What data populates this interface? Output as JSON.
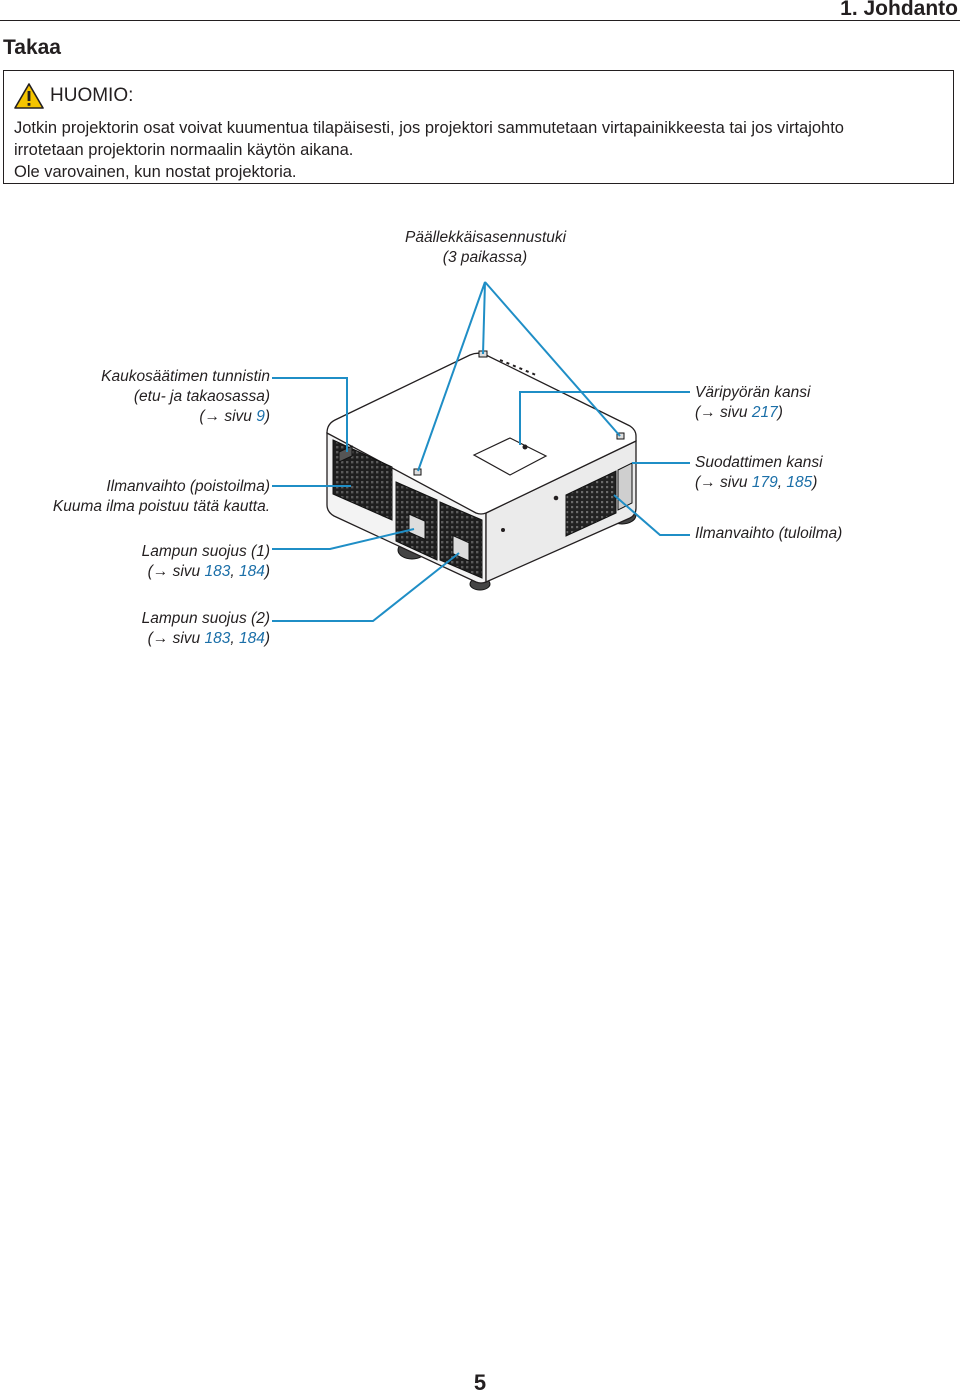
{
  "header": {
    "chapter": "1. Johdanto",
    "section": "Takaa"
  },
  "caution": {
    "icon": "warning-triangle-icon",
    "title": "HUOMIO:",
    "lines": [
      "Jotkin projektorin osat voivat kuumentua tilapäisesti, jos projektori sammutetaan virtapainikkeesta tai jos virtajohto",
      "irrotetaan projektorin normaalin käytön aikana.",
      "Ole varovainen, kun nostat projektoria."
    ]
  },
  "colors": {
    "callout_line": "#1f8ec6",
    "link": "#1b6fa8",
    "warning": "#f5c400"
  },
  "labels": {
    "stack": {
      "line1": "Päällekkäisasennustuki",
      "line2": "(3 paikassa)"
    },
    "remote": {
      "line1": "Kaukosäätimen tunnistin",
      "line2": "(etu- ja takaosassa)",
      "arrow": "(→ sivu ",
      "page": "9",
      "close": ")"
    },
    "exhaust": {
      "line1": "Ilmanvaihto (poistoilma)",
      "line2": "Kuuma ilma poistuu tätä kautta."
    },
    "lamp1": {
      "line1": "Lampun suojus (1)",
      "arrow": "(→ sivu ",
      "page_a": "183",
      "sep": ", ",
      "page_b": "184",
      "close": ")"
    },
    "lamp2": {
      "line1": "Lampun suojus (2)",
      "arrow": "(→ sivu ",
      "page_a": "183",
      "sep": ", ",
      "page_b": "184",
      "close": ")"
    },
    "colorwheel": {
      "line1": "Väripyörän kansi",
      "arrow": "(→ sivu ",
      "page": "217",
      "close": ")"
    },
    "filter": {
      "line1": "Suodattimen kansi",
      "arrow": "(→ sivu ",
      "page_a": "179",
      "sep": ", ",
      "page_b": "185",
      "close": ")"
    },
    "intake": {
      "line1": "Ilmanvaihto (tuloilma)"
    }
  },
  "page_number": "5"
}
